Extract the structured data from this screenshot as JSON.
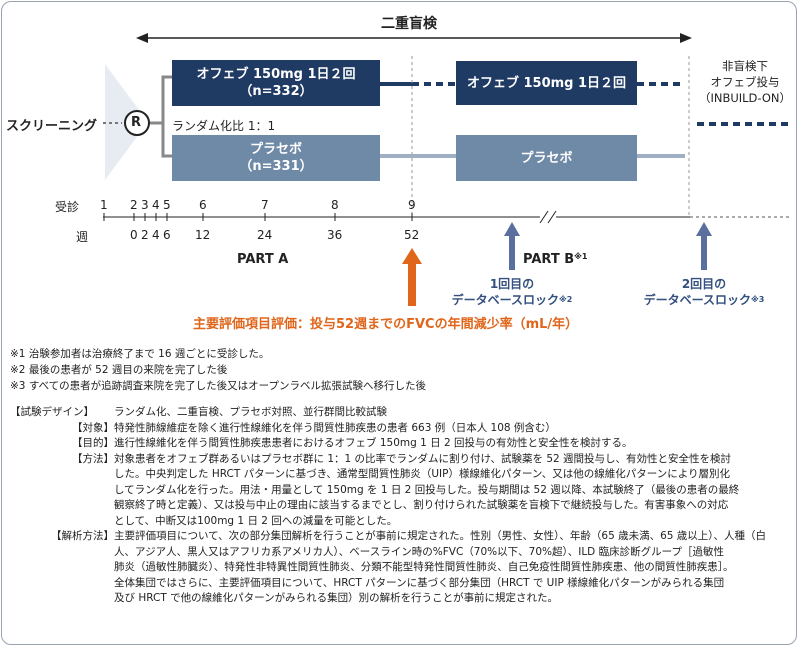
{
  "header": {
    "double_blind": "二重盲検"
  },
  "screening": {
    "label": "スクリーニング",
    "r": "R",
    "randomization": "ランダム化比 1：1"
  },
  "arms": {
    "ofev_partA_l1": "オフェブ 150mg 1日２回",
    "ofev_partA_l2": "（n=332）",
    "ofev_partB": "オフェブ 150mg 1日２回",
    "placebo_partA_l1": "プラセボ",
    "placebo_partA_l2": "（n=331）",
    "placebo_partB": "プラセボ"
  },
  "open_label": {
    "l1": "非盲検下",
    "l2": "オフェブ投与",
    "l3": "（INBUILD-ON）"
  },
  "timeline": {
    "visit_label": "受診",
    "week_label": "週",
    "visits": [
      "1",
      "2",
      "3",
      "4",
      "5",
      "6",
      "7",
      "8",
      "9"
    ],
    "weeks": [
      "0",
      "2",
      "4",
      "6",
      "12",
      "24",
      "36",
      "52"
    ]
  },
  "parts": {
    "a": "PART A",
    "b": "PART B",
    "b_sup": "※1"
  },
  "locks": {
    "first_l1": "1回目の",
    "first_l2": "データベースロック",
    "first_sup": "※2",
    "second_l1": "2回目の",
    "second_l2": "データベースロック",
    "second_sup": "※3"
  },
  "primary_endpoint": "主要評価項目評価：投与52週までのFVCの年間減少率（mL/年）",
  "notes": [
    "※1 治験参加者は治療終了まで 16 週ごとに受診した。",
    "※2 最後の患者が 52 週目の来院を完了した後",
    "※3 すべての患者が追跡調査来院を完了した後又はオープンラベル拡張試験へ移行した後"
  ],
  "design": {
    "design_key": "【試験デザイン】",
    "design_val": "ランダム化、二重盲検、プラセボ対照、並行群間比較試験",
    "target_key": "【対象】",
    "target_val": "特発性肺線維症を除く進行性線維化を伴う間質性肺疾患の患者 663 例（日本人 108 例含む）",
    "purpose_key": "【目的】",
    "purpose_val": "進行性線維化を伴う間質性肺疾患患者におけるオフェブ 150mg 1 日 2 回投与の有効性と安全性を検討する。",
    "method_key": "【方法】",
    "method_l1": "対象患者をオフェブ群あるいはプラセボ群に 1：1 の比率でランダムに割り付け、試験薬を 52 週間投与し、有効性と安全性を検討",
    "method_l2": "した。中央判定した HRCT パターンに基づき、通常型間質性肺炎（UIP）様線維化パターン、又は他の線維化パターンにより層別化",
    "method_l3": "してランダム化を行った。用法・用量として 150mg を 1 日 2 回投与した。投与期間は 52 週以降、本試験終了（最後の患者の最終",
    "method_l4": "観察終了時と定義）、又は投与中止の理由に該当するまでとし、割り付けられた試験薬を盲検下で継続投与した。有害事象への対応",
    "method_l5": "として、中断又は100mg 1 日 2 回への減量を可能とした。",
    "analysis_key": "【解析方法】",
    "analysis_l1": "主要評価項目について、次の部分集団解析を行うことが事前に規定された。性別（男性、女性）、年齢（65 歳未満、65 歳以上）、人種（白",
    "analysis_l2": "人、アジア人、黒人又はアフリカ系アメリカ人）、ベースライン時の%FVC（70%以下、70%超）、ILD 臨床診断グループ［過敏性",
    "analysis_l3": "肺炎（過敏性肺臓炎）、特発性非特異性間質性肺炎、分類不能型特発性間質性肺炎、自己免疫性間質性肺疾患、他の間質性肺疾患］。",
    "analysis_l4": "全体集団ではさらに、主要評価項目について、HRCT パターンに基づく部分集団（HRCT で UIP 様線維化パターンがみられる集団",
    "analysis_l5": "及び HRCT で他の線維化パターンがみられる集団）別の解析を行うことが事前に規定された。"
  },
  "colors": {
    "navy": "#1f3a63",
    "steel": "#6f8aa7",
    "orange": "#e0661c",
    "arrow_blue": "#5a6f9e"
  }
}
